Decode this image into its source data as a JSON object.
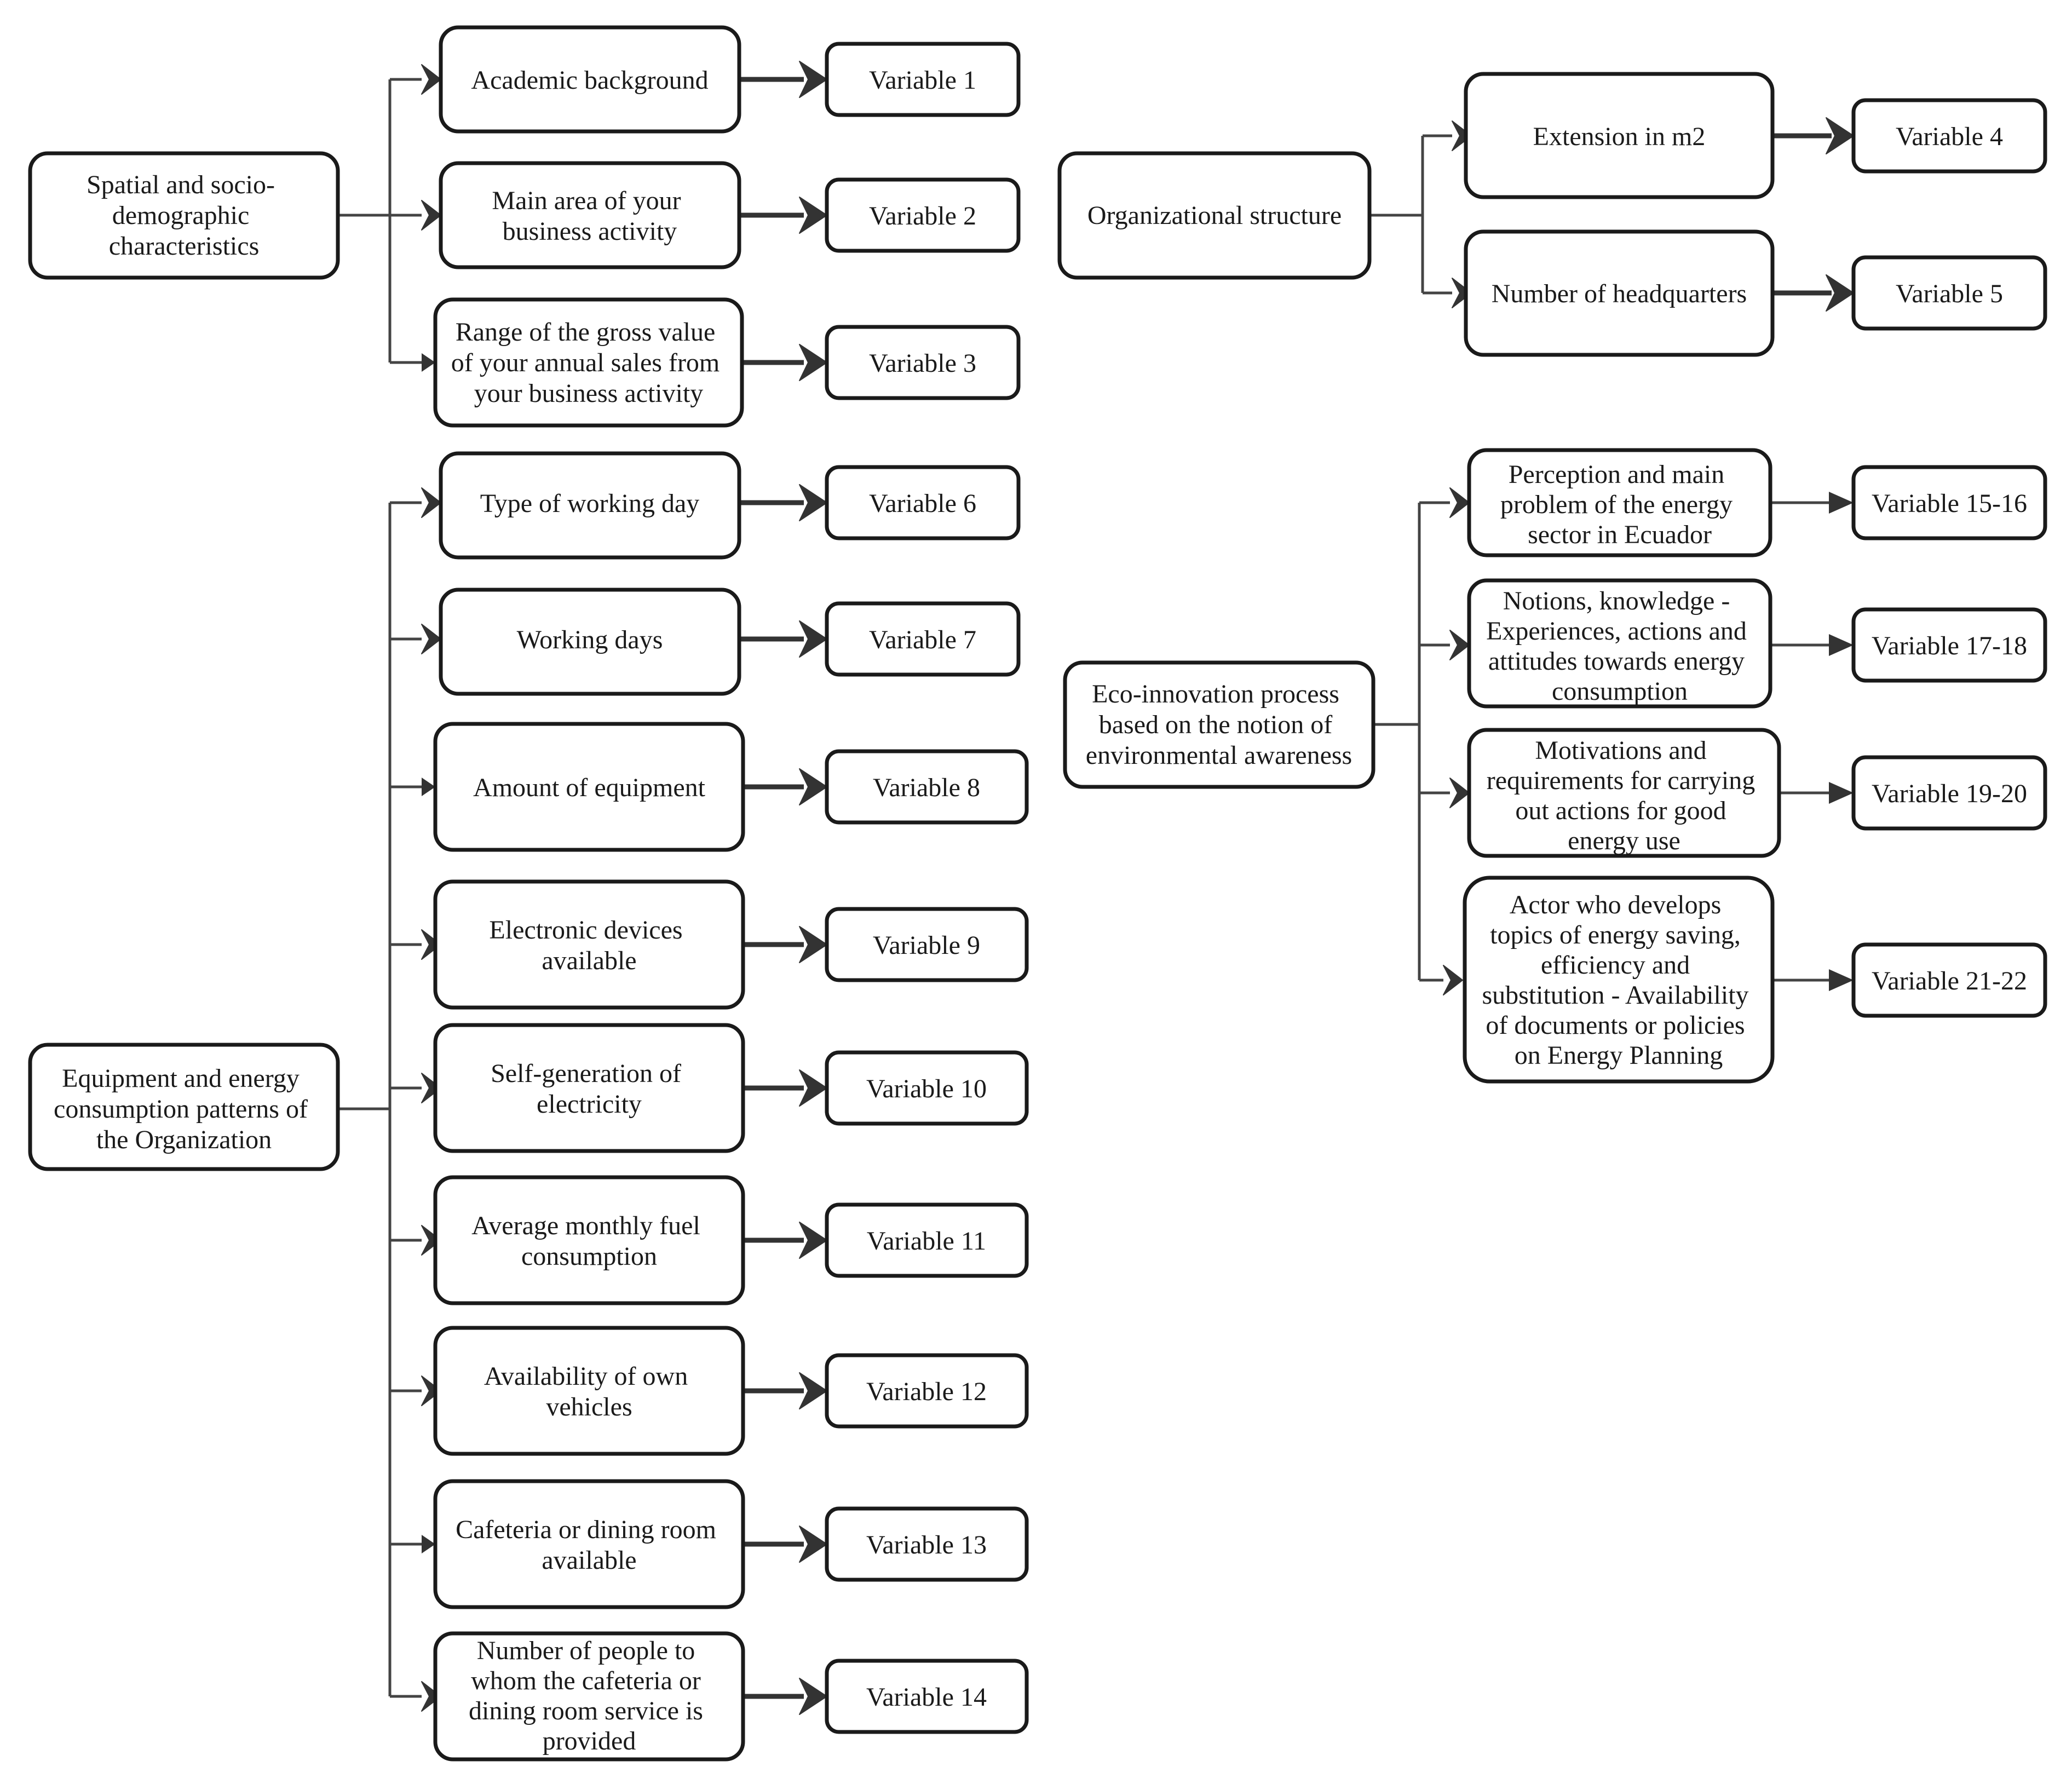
{
  "diagram": {
    "groups": [
      {
        "category": "Spatial and socio-demographic characteristics",
        "items": [
          {
            "label": "Academic background",
            "variable": "Variable 1"
          },
          {
            "label": "Main area of your business activity",
            "variable": "Variable 2"
          },
          {
            "label": "Range of the gross value of your annual sales from your business activity",
            "variable": "Variable 3"
          }
        ]
      },
      {
        "category": "Organizational structure",
        "items": [
          {
            "label": "Extension in m2",
            "variable": "Variable 4"
          },
          {
            "label": "Number of headquarters",
            "variable": "Variable 5"
          }
        ]
      },
      {
        "category": "Equipment and energy consumption patterns of the Organization",
        "items": [
          {
            "label": "Type of working day",
            "variable": "Variable 6"
          },
          {
            "label": "Working days",
            "variable": "Variable 7"
          },
          {
            "label": "Amount of equipment",
            "variable": "Variable 8"
          },
          {
            "label": "Electronic devices available",
            "variable": "Variable 9"
          },
          {
            "label": "Self-generation of electricity",
            "variable": "Variable 10"
          },
          {
            "label": "Average monthly fuel consumption",
            "variable": "Variable 11"
          },
          {
            "label": "Availability of own vehicles",
            "variable": "Variable 12"
          },
          {
            "label": "Cafeteria or dining room available",
            "variable": "Variable 13"
          },
          {
            "label": "Number of people to whom the cafeteria or dining room service is provided",
            "variable": "Variable 14"
          }
        ]
      },
      {
        "category": "Eco-innovation process based on the notion of environmental awareness",
        "items": [
          {
            "label": "Perception and main problem of the energy sector in Ecuador",
            "variable": "Variable 15-16"
          },
          {
            "label": "Notions, knowledge - Experiences, actions and attitudes towards energy consumption",
            "variable": "Variable 17-18"
          },
          {
            "label": "Motivations and requirements for carrying out actions for good energy use",
            "variable": "Variable 19-20"
          },
          {
            "label": "Actor who develops topics of energy saving, efficiency and substitution - Availability of documents or policies on Energy Planning",
            "variable": "Variable 21-22"
          }
        ]
      }
    ]
  }
}
